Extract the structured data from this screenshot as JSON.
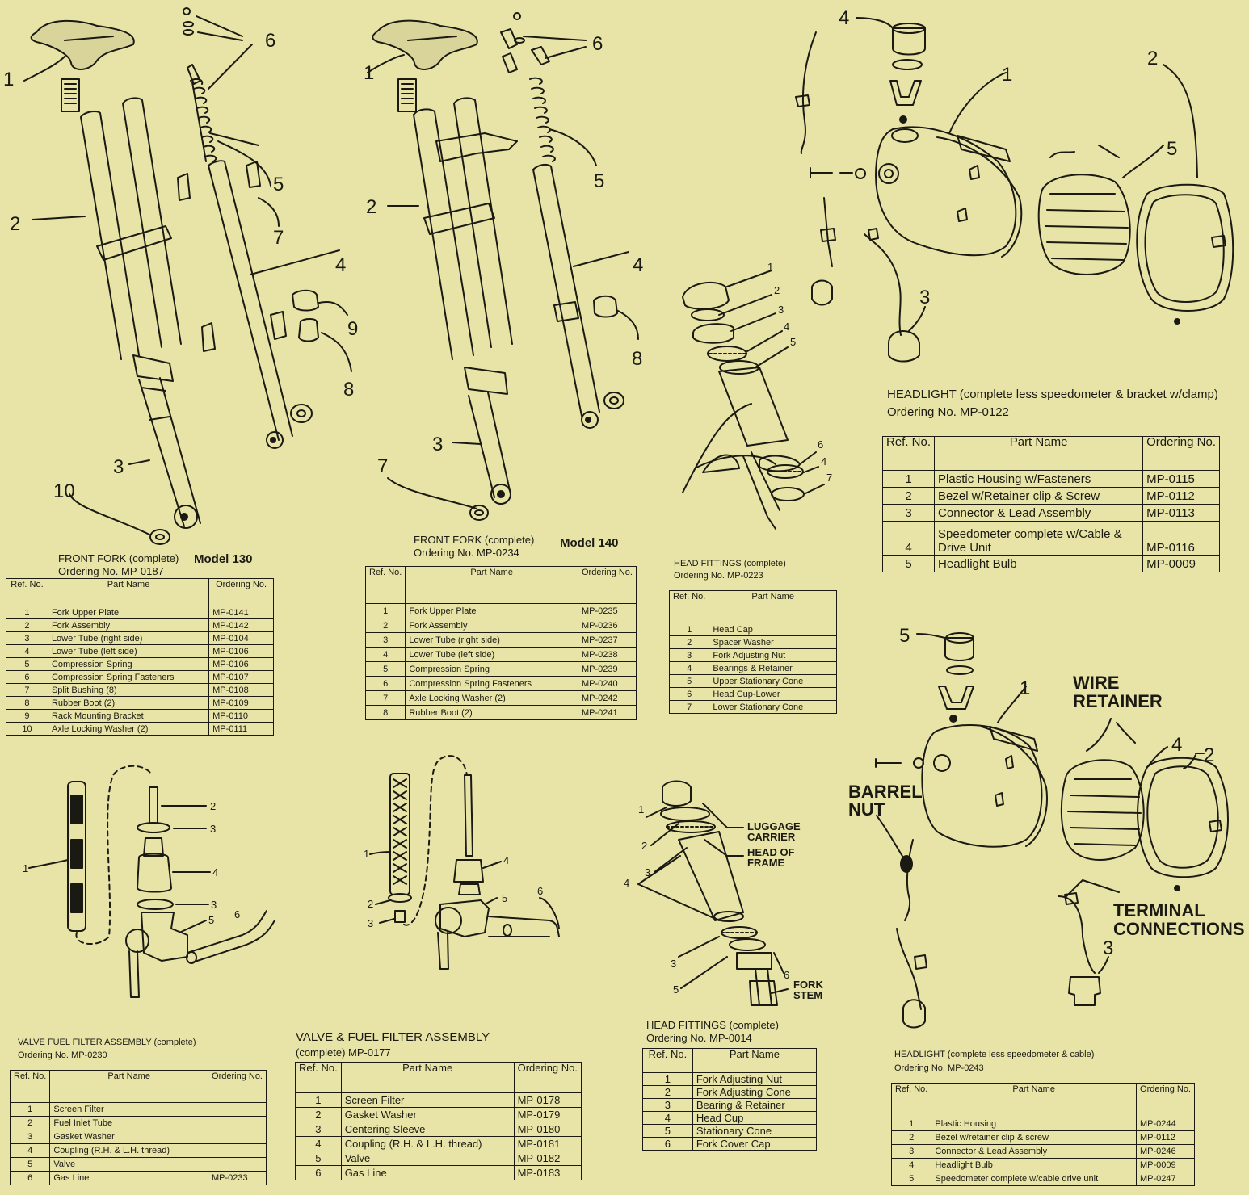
{
  "callouts": {
    "fork130": [
      "1",
      "2",
      "3",
      "4",
      "5",
      "6",
      "7",
      "8",
      "9",
      "10"
    ],
    "fork140": [
      "1",
      "2",
      "3",
      "4",
      "5",
      "6",
      "7",
      "8"
    ],
    "head1": [
      "1",
      "2",
      "3",
      "4",
      "5",
      "6",
      "4",
      "7"
    ],
    "light1": [
      "1",
      "2",
      "3",
      "4",
      "5"
    ],
    "light2": [
      "1",
      "2",
      "3",
      "4",
      "5"
    ],
    "valve1": [
      "1",
      "2",
      "3",
      "4",
      "3",
      "5",
      "6"
    ],
    "valve2": [
      "1",
      "2",
      "3",
      "4",
      "5",
      "6"
    ],
    "head2": [
      "1",
      "2",
      "3",
      "4",
      "3",
      "5",
      "6"
    ]
  },
  "annotations": {
    "wire_retainer": [
      "WIRE",
      "RETAINER"
    ],
    "barrel_nut": [
      "BARREL",
      "NUT"
    ],
    "terminal_connections": [
      "TERMINAL",
      "CONNECTIONS"
    ],
    "luggage_carrier": [
      "LUGGAGE",
      "CARRIER"
    ],
    "head_of_frame": [
      "HEAD OF",
      "FRAME"
    ],
    "fork_stem": [
      "FORK",
      "STEM"
    ]
  },
  "front_fork_130": {
    "title": "FRONT FORK (complete)",
    "model": "Model 130",
    "ordering": "Ordering No. MP-0187",
    "headers": [
      "Ref. No.",
      "Part Name",
      "Ordering No."
    ],
    "rows": [
      [
        "1",
        "Fork Upper Plate",
        "MP-0141"
      ],
      [
        "2",
        "Fork Assembly",
        "MP-0142"
      ],
      [
        "3",
        "Lower Tube (right side)",
        "MP-0104"
      ],
      [
        "4",
        "Lower Tube (left side)",
        "MP-0106"
      ],
      [
        "5",
        "Compression Spring",
        "MP-0106"
      ],
      [
        "6",
        "Compression Spring Fasteners",
        "MP-0107"
      ],
      [
        "7",
        "Split Bushing (8)",
        "MP-0108"
      ],
      [
        "8",
        "Rubber Boot (2)",
        "MP-0109"
      ],
      [
        "9",
        "Rack Mounting Bracket",
        "MP-0110"
      ],
      [
        "10",
        "Axle Locking Washer (2)",
        "MP-0111"
      ]
    ]
  },
  "front_fork_140": {
    "title": "FRONT FORK (complete)",
    "model": "Model 140",
    "ordering": "Ordering No. MP-0234",
    "headers": [
      "Ref. No.",
      "Part Name",
      "Ordering No."
    ],
    "rows": [
      [
        "1",
        "Fork Upper Plate",
        "MP-0235"
      ],
      [
        "2",
        "Fork Assembly",
        "MP-0236"
      ],
      [
        "3",
        "Lower Tube (right side)",
        "MP-0237"
      ],
      [
        "4",
        "Lower Tube (left side)",
        "MP-0238"
      ],
      [
        "5",
        "Compression Spring",
        "MP-0239"
      ],
      [
        "6",
        "Compression Spring Fasteners",
        "MP-0240"
      ],
      [
        "7",
        "Axle Locking Washer (2)",
        "MP-0242"
      ],
      [
        "8",
        "Rubber Boot (2)",
        "MP-0241"
      ]
    ]
  },
  "head_fittings_1": {
    "title": "HEAD FITTINGS (complete)",
    "ordering": "Ordering No. MP-0223",
    "headers": [
      "Ref. No.",
      "Part Name"
    ],
    "rows": [
      [
        "1",
        "Head Cap"
      ],
      [
        "2",
        "Spacer Washer"
      ],
      [
        "3",
        "Fork Adjusting Nut"
      ],
      [
        "4",
        "Bearings & Retainer"
      ],
      [
        "5",
        "Upper Stationary Cone"
      ],
      [
        "6",
        "Head Cup-Lower"
      ],
      [
        "7",
        "Lower Stationary Cone"
      ]
    ]
  },
  "headlight_1": {
    "title": "HEADLIGHT (complete less speedometer & bracket w/clamp)",
    "ordering": "Ordering No. MP-0122",
    "headers": [
      "Ref. No.",
      "Part Name",
      "Ordering No."
    ],
    "rows": [
      [
        "1",
        "Plastic Housing w/Fasteners",
        "MP-0115"
      ],
      [
        "2",
        "Bezel w/Retainer clip & Screw",
        "MP-0112"
      ],
      [
        "3",
        "Connector & Lead Assembly",
        "MP-0113"
      ],
      [
        "4",
        "Speedometer complete w/Cable & Drive Unit",
        "MP-0116"
      ],
      [
        "5",
        "Headlight Bulb",
        "MP-0009"
      ]
    ]
  },
  "valve_filter_1": {
    "title": "VALVE FUEL FILTER ASSEMBLY (complete)",
    "ordering": "Ordering No. MP-0230",
    "headers": [
      "Ref. No.",
      "Part Name",
      "Ordering No."
    ],
    "rows": [
      [
        "1",
        "Screen Filter",
        ""
      ],
      [
        "2",
        "Fuel Inlet Tube",
        ""
      ],
      [
        "3",
        "Gasket Washer",
        ""
      ],
      [
        "4",
        "Coupling (R.H. & L.H. thread)",
        ""
      ],
      [
        "5",
        "Valve",
        ""
      ],
      [
        "6",
        "Gas Line",
        "MP-0233"
      ]
    ]
  },
  "valve_filter_2": {
    "title": "VALVE & FUEL FILTER ASSEMBLY",
    "ordering": "(complete)  MP-0177",
    "headers": [
      "Ref. No.",
      "Part Name",
      "Ordering No."
    ],
    "rows": [
      [
        "1",
        "Screen Filter",
        "MP-0178"
      ],
      [
        "2",
        "Gasket Washer",
        "MP-0179"
      ],
      [
        "3",
        "Centering Sleeve",
        "MP-0180"
      ],
      [
        "4",
        "Coupling (R.H. & L.H. thread)",
        "MP-0181"
      ],
      [
        "5",
        "Valve",
        "MP-0182"
      ],
      [
        "6",
        "Gas Line",
        "MP-0183"
      ]
    ]
  },
  "head_fittings_2": {
    "title": "HEAD FITTINGS (complete)",
    "ordering": "Ordering No. MP-0014",
    "headers": [
      "Ref. No.",
      "Part Name"
    ],
    "rows": [
      [
        "1",
        "Fork Adjusting Nut"
      ],
      [
        "2",
        "Fork Adjusting Cone"
      ],
      [
        "3",
        "Bearing & Retainer"
      ],
      [
        "4",
        "Head Cup"
      ],
      [
        "5",
        "Stationary Cone"
      ],
      [
        "6",
        "Fork Cover Cap"
      ]
    ]
  },
  "headlight_2": {
    "title": "HEADLIGHT (complete less speedometer & cable)",
    "ordering": "Ordering No. MP-0243",
    "headers": [
      "Ref. No.",
      "Part Name",
      "Ordering No."
    ],
    "rows": [
      [
        "1",
        "Plastic Housing",
        "MP-0244"
      ],
      [
        "2",
        "Bezel w/retainer clip & screw",
        "MP-0112"
      ],
      [
        "3",
        "Connector & Lead Assembly",
        "MP-0246"
      ],
      [
        "4",
        "Headlight Bulb",
        "MP-0009"
      ],
      [
        "5",
        "Speedometer complete w/cable drive unit",
        "MP-0247"
      ]
    ]
  }
}
